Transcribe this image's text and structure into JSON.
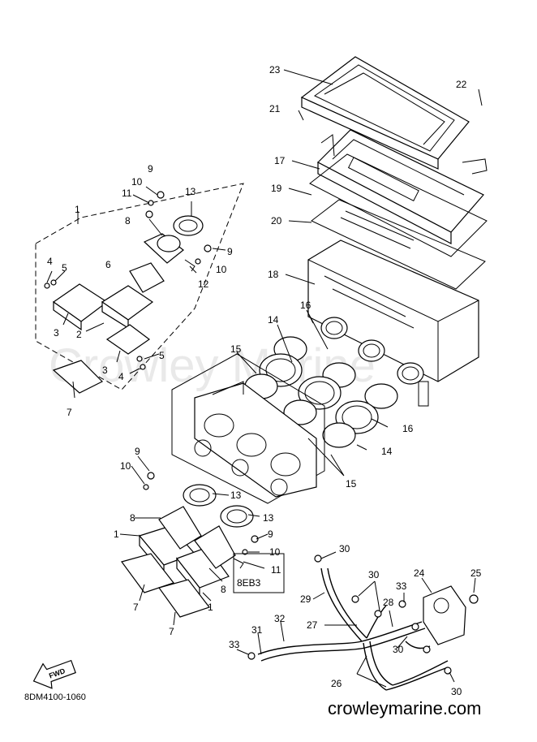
{
  "watermark": "Crowley Marine",
  "site_label": "crowleymarine.com",
  "drawing_code": "8DM4100-1060",
  "fwd_label": "FWD",
  "model_box_label": "8EB3",
  "callouts": [
    "23",
    "22",
    "21",
    "17",
    "19",
    "20",
    "18",
    "16",
    "14",
    "15",
    "16",
    "14",
    "15",
    "9",
    "10",
    "11",
    "13",
    "8",
    "9",
    "10",
    "12",
    "6",
    "1",
    "4",
    "5",
    "2",
    "3",
    "3",
    "5",
    "4",
    "7",
    "9",
    "10",
    "13",
    "8",
    "13",
    "1",
    "9",
    "10",
    "11",
    "8",
    "7",
    "1",
    "7",
    "30",
    "30",
    "33",
    "28",
    "24",
    "25",
    "29",
    "27",
    "32",
    "31",
    "33",
    "30",
    "26",
    "30"
  ]
}
